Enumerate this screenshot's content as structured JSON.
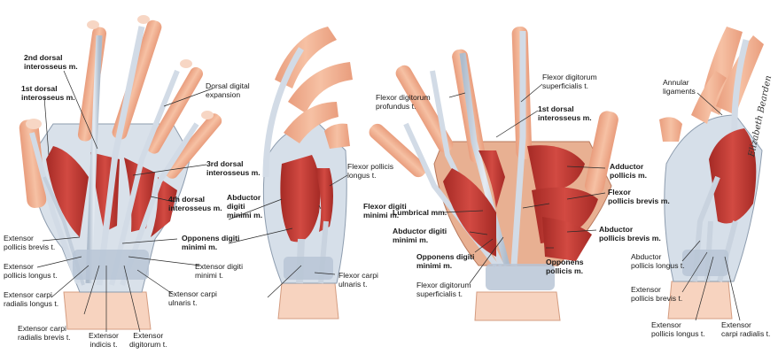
{
  "labels": {
    "second_dorsal_interosseus": "2nd dorsal\ninterosseus m.",
    "first_dorsal_interosseus_a": "1st dorsal\ninterosseus m.",
    "dorsal_digital_expansion": "Dorsal digital\nexpansion",
    "third_dorsal_interosseus": "3rd dorsal\ninterosseus m.",
    "fourth_dorsal_interosseus": "4th dorsal\ninterosseus m.",
    "ext_pollicis_brevis_a": "Extensor\npollicis brevis t.",
    "ext_pollicis_longus_a": "Extensor\npollicis longus t.",
    "ext_carpi_radialis_longus": "Extensor carpi\nradialis longus t.",
    "ext_carpi_radialis_brevis": "Extensor carpi\nradialis brevis t.",
    "ext_indicis": "Extensor\nindicis t.",
    "ext_digitorum": "Extensor\ndigitorum t.",
    "ext_digiti_minimi": "Extensor digiti\nminimi t.",
    "ext_carpi_ulnaris": "Extensor carpi\nulnaris t.",
    "opponens_digiti_minimi_a": "Opponens digiti\nminimi m.",
    "abductor_digiti_minimi_a": "Abductor\ndigiti\nminimi m.",
    "flexor_pollicis_longus": "Flexor pollicis\nlongus t.",
    "flexor_digiti_minimi": "Flexor digiti\nminimi m.",
    "flexor_carpi_ulnaris": "Flexor carpi\nulnaris t.",
    "flexor_digitorum_profundus": "Flexor digitorum\nprofundus t.",
    "flexor_digitorum_superficialis_a": "Flexor digitorum\nsuperficialis t.",
    "first_dorsal_interosseus_b": "1st dorsal\ninterosseus m.",
    "adductor_pollicis": "Adductor\npollicis m.",
    "flexor_pollicis_brevis": "Flexor\npollicis brevis m.",
    "lumbrical": "Lumbrical mm.",
    "abductor_digiti_minimi_b": "Abductor digiti\nminimi m.",
    "abductor_pollicis_brevis": "Abductor\npollicis brevis m.",
    "opponens_digiti_minimi_b": "Opponens digiti\nminimi m.",
    "opponens_pollicis": "Opponens\npollicis m.",
    "flexor_digitorum_superficialis_b": "Flexor digitorum\nsuperficialis t.",
    "annular_ligaments": "Annular\nligaments",
    "abductor_pollicis_longus": "Abductor\npollicis longus t.",
    "ext_pollicis_brevis_b": "Extensor\npollicis brevis t.",
    "ext_pollicis_longus_b": "Extensor\npollicis longus t.",
    "ext_carpi_radialis": "Extensor\ncarpi radialis t."
  },
  "colors": {
    "skin": "#f3b595",
    "skin_dark": "#e59a7a",
    "muscle": "#c93a35",
    "muscle_dark": "#9e2622",
    "tendon": "#c9d3df",
    "bone": "#e2c08a",
    "sleeve": "#f7d8c6"
  },
  "signature": "Elizabeth Bearden"
}
